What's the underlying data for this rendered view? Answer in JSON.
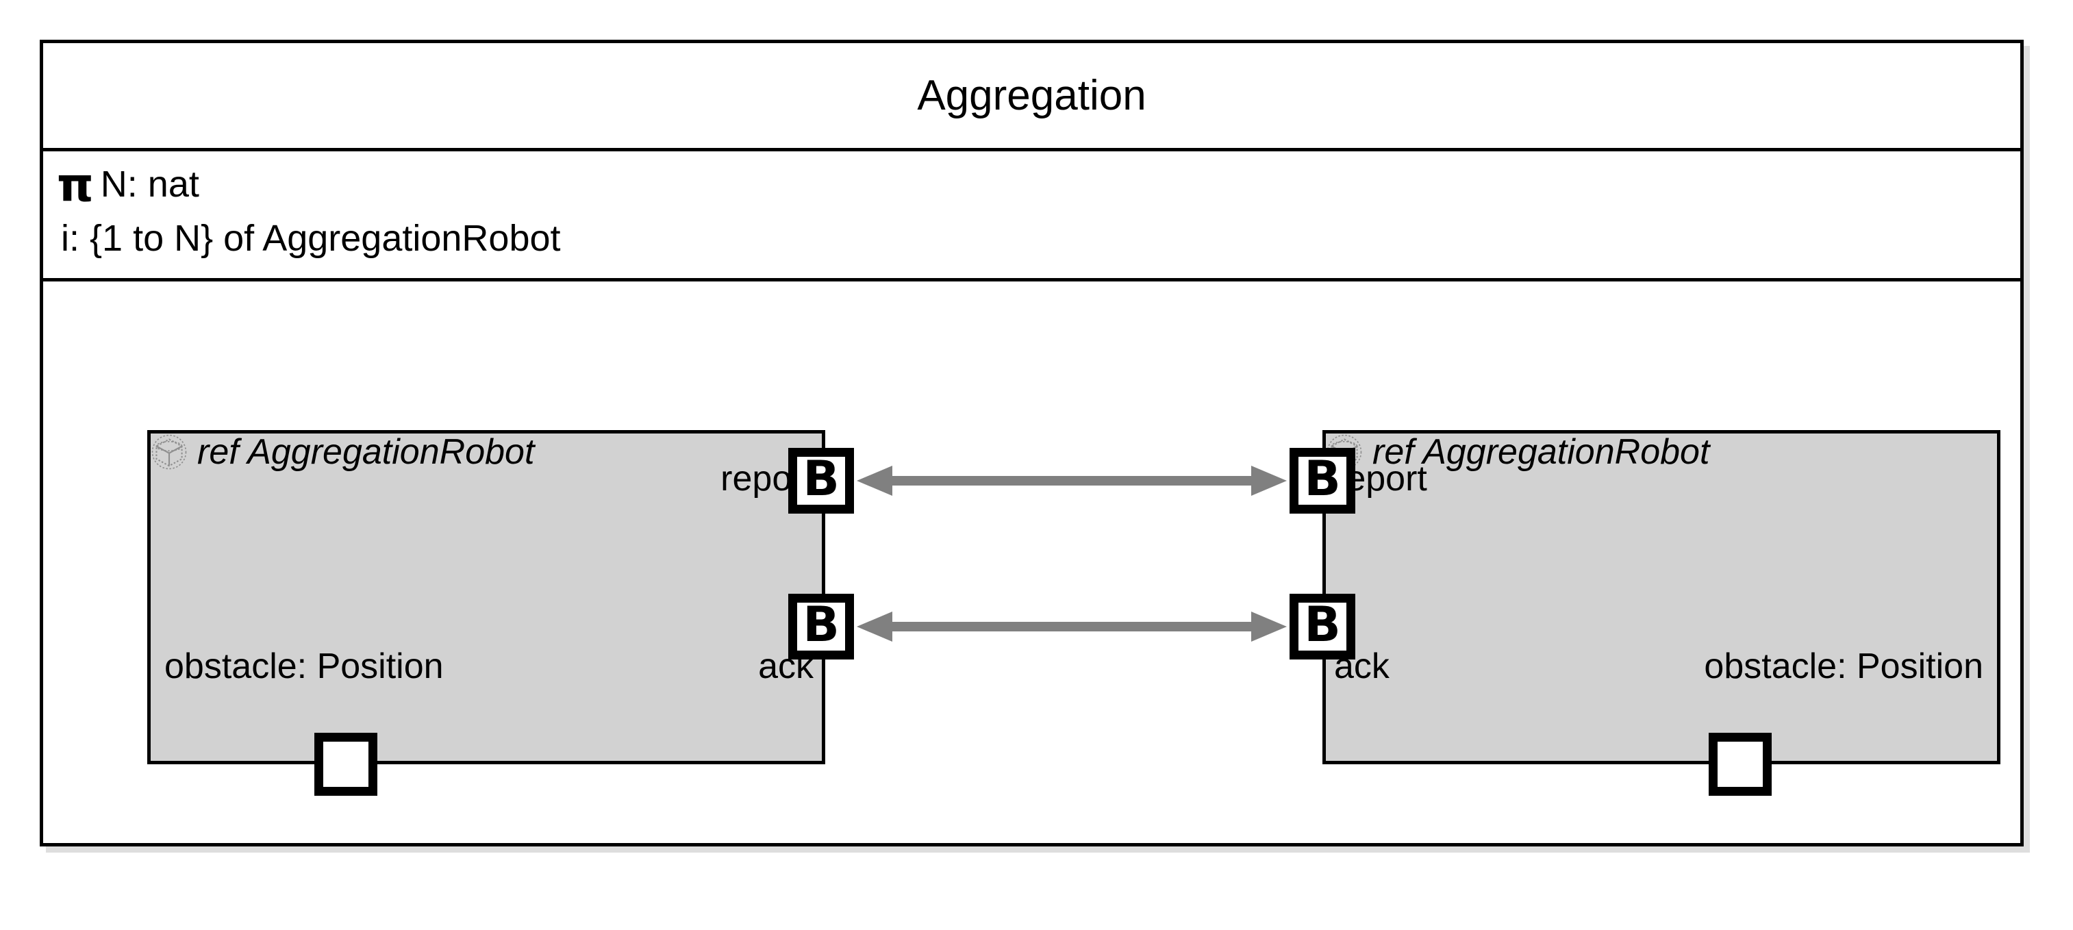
{
  "block": {
    "title": "Aggregation",
    "parameters": [
      {
        "icon": "pi-glyph",
        "symbol": "π",
        "text": "N: nat"
      },
      {
        "icon": "none",
        "symbol": "",
        "text": "i: {1 to N} of AggregationRobot"
      }
    ]
  },
  "parts": {
    "left": {
      "ref_icon": "block-cube-icon",
      "ref_label": "ref AggregationRobot",
      "property_label": "obstacle: Position",
      "ports": [
        {
          "name": "report",
          "kind": "proxy-port",
          "glyph": "B"
        },
        {
          "name": "ack",
          "kind": "proxy-port",
          "glyph": "B"
        },
        {
          "name": "",
          "kind": "flow-port",
          "glyph": ""
        }
      ]
    },
    "right": {
      "ref_icon": "block-cube-icon",
      "ref_label": "ref AggregationRobot",
      "property_label": "obstacle: Position",
      "ports": [
        {
          "name": "report",
          "kind": "proxy-port",
          "glyph": "B"
        },
        {
          "name": "ack",
          "kind": "proxy-port",
          "glyph": "B"
        },
        {
          "name": "",
          "kind": "flow-port",
          "glyph": ""
        }
      ]
    }
  },
  "connectors": [
    {
      "name": "report-connector",
      "from": "left.report",
      "to": "right.report",
      "style": "double-arrow"
    },
    {
      "name": "ack-connector",
      "from": "left.ack",
      "to": "right.ack",
      "style": "double-arrow"
    }
  ],
  "colors": {
    "part_fill": "#d2d2d2",
    "line": "#000000",
    "connector": "#808080",
    "frame_background": "#ffffff"
  }
}
